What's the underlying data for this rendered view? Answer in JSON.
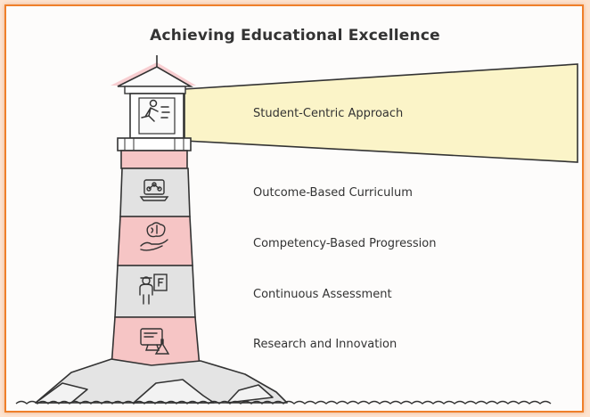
{
  "title": "Achieving Educational Excellence",
  "beam": {
    "label": "Student-Centric Approach",
    "color": "#fbf4c8"
  },
  "tiers": [
    {
      "label": "Outcome-Based Curriculum",
      "icon": "curriculum-network-icon",
      "color": "#e2e2e2"
    },
    {
      "label": "Competency-Based Progression",
      "icon": "brain-in-hand-icon",
      "color": "#f6c5c5"
    },
    {
      "label": "Continuous Assessment",
      "icon": "teacher-board-icon",
      "color": "#e2e2e2"
    },
    {
      "label": "Research and Innovation",
      "icon": "computer-flask-icon",
      "color": "#f6c5c5"
    }
  ],
  "colors": {
    "frame": "#ef7f2a",
    "background": "#fde3cf",
    "stroke": "#333333"
  }
}
